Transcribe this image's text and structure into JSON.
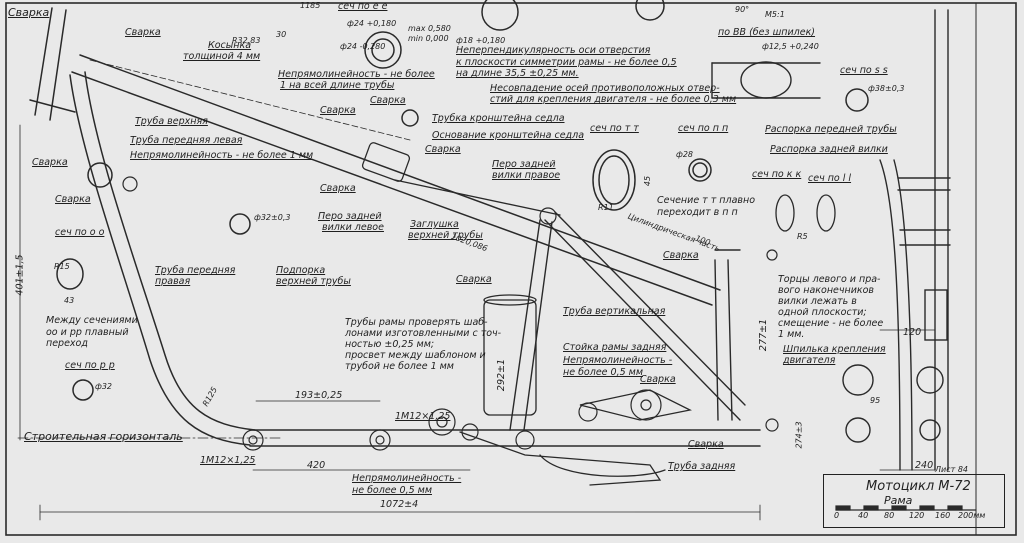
{
  "title_block": {
    "title": "Мотоцикл М-72",
    "part": "Рама",
    "sheet": "Лист 84",
    "scale_ticks": [
      "0",
      "40",
      "80",
      "120",
      "160",
      "200мм"
    ]
  },
  "section_titles": [
    "сеч по е е",
    "сеч по т т",
    "сеч по п п",
    "сеч по к к",
    "сеч по l l",
    "сеч по s s",
    "сеч по о о",
    "сеч по р р",
    "по ВВ (без шпилек)"
  ],
  "labels": {
    "svarka": "Сварка",
    "kosynka": "Косынка",
    "kosynka_2": "толщиной 4 мм",
    "truba_verkhnyaya": "Труба верхняя",
    "truba_perednyaya_levaya": "Труба передняя левая",
    "neprjam_1mm": "Непрямолинейность - не более 1 мм",
    "neprjam_note_1": "Непрямолинейность - не более",
    "neprjam_note_2": "1 на всей длине трубы",
    "trubka_kronshteina": "Трубка кронштейна седла",
    "osnovanie_kronshteina": "Основание кронштейна седла",
    "pero_zadnei_pravoe_1": "Перо задней",
    "pero_zadnei_pravoe_2": "вилки правое",
    "pero_zadnei_levoe_1": "Перо задней",
    "pero_zadnei_levoe_2": "вилки левое",
    "zaglushka_1": "Заглушка",
    "zaglushka_2": "верхней трубы",
    "truba_perednyaya_pravaya_1": "Труба передняя",
    "truba_perednyaya_pravaya_2": "правая",
    "podporka_1": "Подпорка",
    "podporka_2": "верхней трубы",
    "truba_vertikalnaya": "Труба вертикальная",
    "stoika_ramy": "Стойка рамы задняя",
    "neprjam_05_a_1": "Непрямолинейность -",
    "neprjam_05_a_2": "не более 0,5 мм",
    "neprjam_05_b_1": "Непрямолинейность -",
    "neprjam_05_b_2": "не более 0,5 мм",
    "truba_zadnyaya": "Труба задняя",
    "stroitelnaya": "Строительная горизонталь",
    "mezhdu_1": "Между сечениями",
    "mezhdu_2": "оо и рр плавный",
    "mezhdu_3": "переход",
    "truby_1": "Трубы рамы проверять шаб-",
    "truby_2": "лонами изготовленными с точ-",
    "truby_3": "ностью ±0,25 мм;",
    "truby_4": "просвет между шаблоном и",
    "truby_5": "трубой не более 1 мм",
    "neperpend_1": "Неперпендикулярность оси отверстия",
    "neperpend_2": "к плоскости симметрии рамы - не более 0,5",
    "neperpend_3": "на длине 35,5 ±0,25 мм.",
    "nesovpad_1": "Несовпадение осей противоположных отвер-",
    "nesovpad_2": "стий для крепления двигателя - не более 0,3 мм",
    "sechenie_tt_1": "Сечение т т плавно",
    "sechenie_tt_2": "переходит в п п",
    "raspora_perednei": "Распорка передней трубы",
    "raspora_zadnei": "Распорка задней вилки",
    "torcy_1": "Торцы левого и пра-",
    "torcy_2": "вого наконечников",
    "torcy_3": "вилки лежать в",
    "torcy_4": "одной плоскости;",
    "torcy_5": "смещение - не более",
    "torcy_6": "1 мм.",
    "shpilka_1": "Шпилька крепления",
    "shpilka_2": "двигателя",
    "tsilindr": "Цилиндрическая часть"
  },
  "dimensions": {
    "d1072": "1072±4",
    "d420": "420",
    "d193": "193±0,25",
    "d401": "401±1,5",
    "d1020": "1020,086",
    "dM12a": "1М12×1,25",
    "dM12b": "1М12×1,25",
    "d120": "120",
    "d240": "240",
    "d2921": "292±1",
    "d277": "277±1",
    "dR125": "R125",
    "d95": "95",
    "dR3283": "R32,83",
    "d30": "30",
    "d24a": "ф24 +0,180",
    "d24b": "ф24 -0,280",
    "dmax": "max 0,580",
    "dmin": "min 0,000",
    "d18": "ф18 +0,180",
    "d125": "ф12,5 +0,240",
    "d38": "ф38±0,3",
    "d28": "ф28",
    "d32a": "ф32±0,3",
    "d32b": "ф32",
    "d43": "43",
    "d45": "45",
    "d100": "100",
    "d120b": "120",
    "m51": "М5:1",
    "d90": "90°",
    "d1185": "1185",
    "d2743": "274±3",
    "dR15": "R15",
    "dR5": "R5",
    "dR11": "R11"
  }
}
